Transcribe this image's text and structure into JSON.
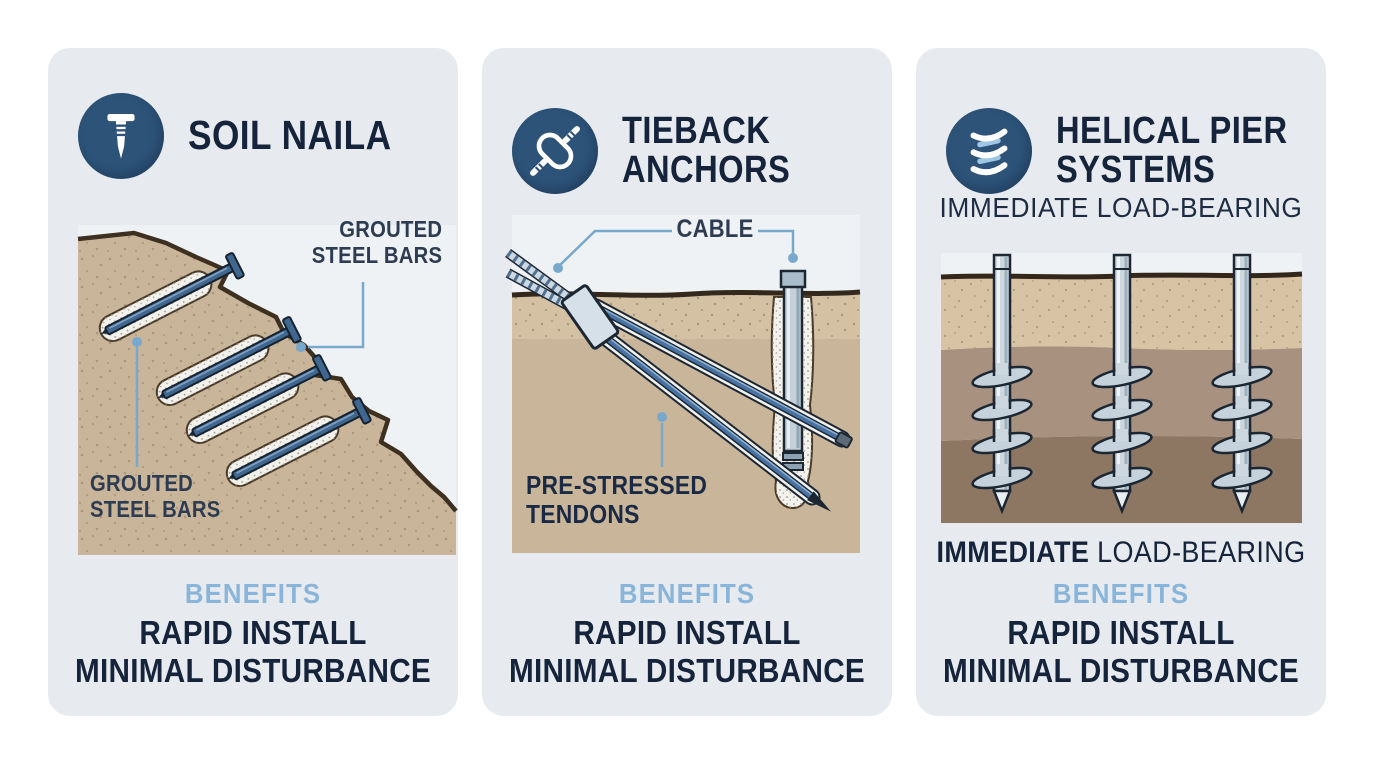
{
  "colors": {
    "page_bg": "#ffffff",
    "panel_bg": "#e7ebef",
    "title_navy": "#15233b",
    "label_navy": "#2e3c51",
    "benefits_blue": "#8ab5da",
    "leader_blue": "#79a8cd",
    "icon_circle_blue": "#2d5379",
    "soil_tan": "#c9b59a",
    "soil_mid_brown": "#a8917e",
    "soil_dark_brown": "#8d7662",
    "steel_blue": "#4a72a1",
    "grout_white": "#f2f1ec"
  },
  "panels": [
    {
      "id": "soil-nails",
      "icon": "nail-icon",
      "title_lines": [
        "SOIL NAILA"
      ],
      "diagram": {
        "label_top_right_lines": [
          "GROUTED",
          "STEEL BARS"
        ],
        "label_bottom_left_lines": [
          "GROUTED",
          "STEEL BARS"
        ]
      },
      "benefits": {
        "heading": "BENEFITS",
        "items": [
          "RAPID INSTALL",
          "MINIMAL DISTURBANCE"
        ]
      }
    },
    {
      "id": "tieback-anchors",
      "icon": "cable-anchor-icon",
      "title_lines": [
        "TIEBACK",
        "ANCHORS"
      ],
      "diagram": {
        "label_cable": "CABLE",
        "label_tendons_lines": [
          "PRE-STRESSED",
          "TENDONS"
        ]
      },
      "benefits": {
        "heading": "BENEFITS",
        "items": [
          "RAPID INSTALL",
          "MINIMAL DISTURBANCE"
        ]
      }
    },
    {
      "id": "helical-pier-systems",
      "icon": "helix-icon",
      "title_lines": [
        "HELICAL PIER",
        "SYSTEMS"
      ],
      "subtitle": "IMMEDIATE LOAD-BEARING",
      "load_bearing": {
        "emphasis": "IMMEDIATE",
        "rest": " LOAD-BEARING"
      },
      "benefits": {
        "heading": "BENEFITS",
        "items": [
          "RAPID INSTALL",
          "MINIMAL DISTURBANCE"
        ]
      }
    }
  ]
}
